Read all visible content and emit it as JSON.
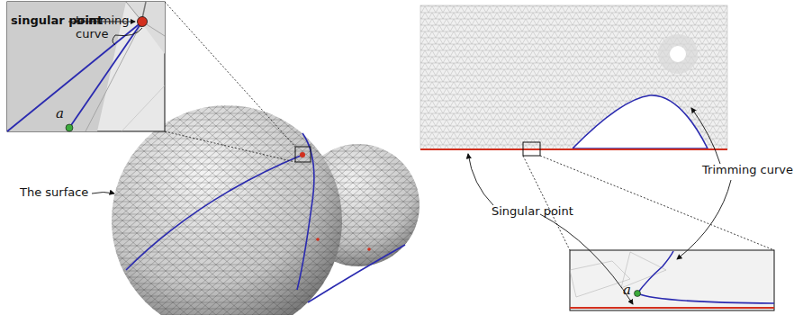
{
  "diagram": {
    "labels": [
      "singular point",
      "trimming curve",
      "a",
      "The surface",
      "Trimming curve",
      "Singular point",
      "a"
    ]
  }
}
